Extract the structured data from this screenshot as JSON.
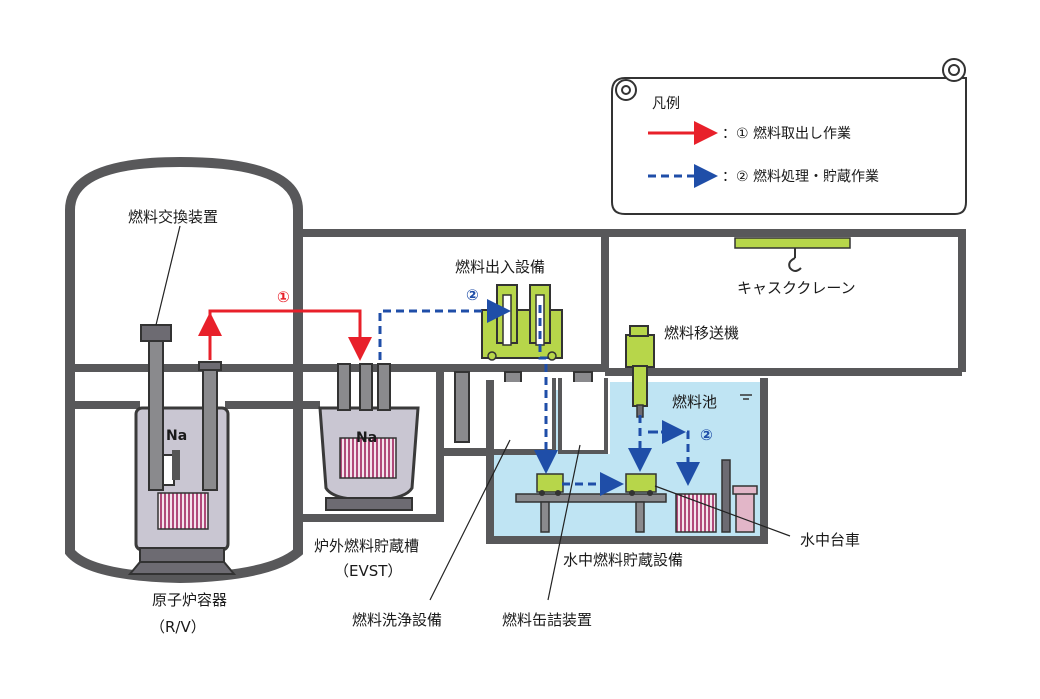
{
  "legend": {
    "title": "凡例",
    "item1": "：① 燃料取出し作業",
    "item2": "：② 燃料処理・貯蔵作業",
    "color1": "#e8202a",
    "color2": "#1f4ea8"
  },
  "labels": {
    "refueling_machine": "燃料交換装置",
    "fuel_entry_exit": "燃料出入設備",
    "cask_crane": "キャスククレーン",
    "fuel_transfer_machine": "燃料移送機",
    "fuel_pool": "燃料池",
    "reactor_vessel": "原子炉容器",
    "reactor_vessel_abbr": "（R/V）",
    "evst": "炉外燃料貯蔵槽",
    "evst_abbr": "（EVST）",
    "fuel_washing": "燃料洗浄設備",
    "fuel_canning": "燃料缶詰装置",
    "underwater_storage": "水中燃料貯蔵設備",
    "underwater_cart": "水中台車",
    "na_rv": "Na",
    "na_evst": "Na",
    "marker1": "①",
    "marker2a": "②",
    "marker2b": "②"
  },
  "colors": {
    "wall": "#58585a",
    "vessel": "#c9c6d2",
    "water": "#bfe4f3",
    "equipment_green": "#b7d64a",
    "fuel_pink": "#e2b6c8"
  }
}
